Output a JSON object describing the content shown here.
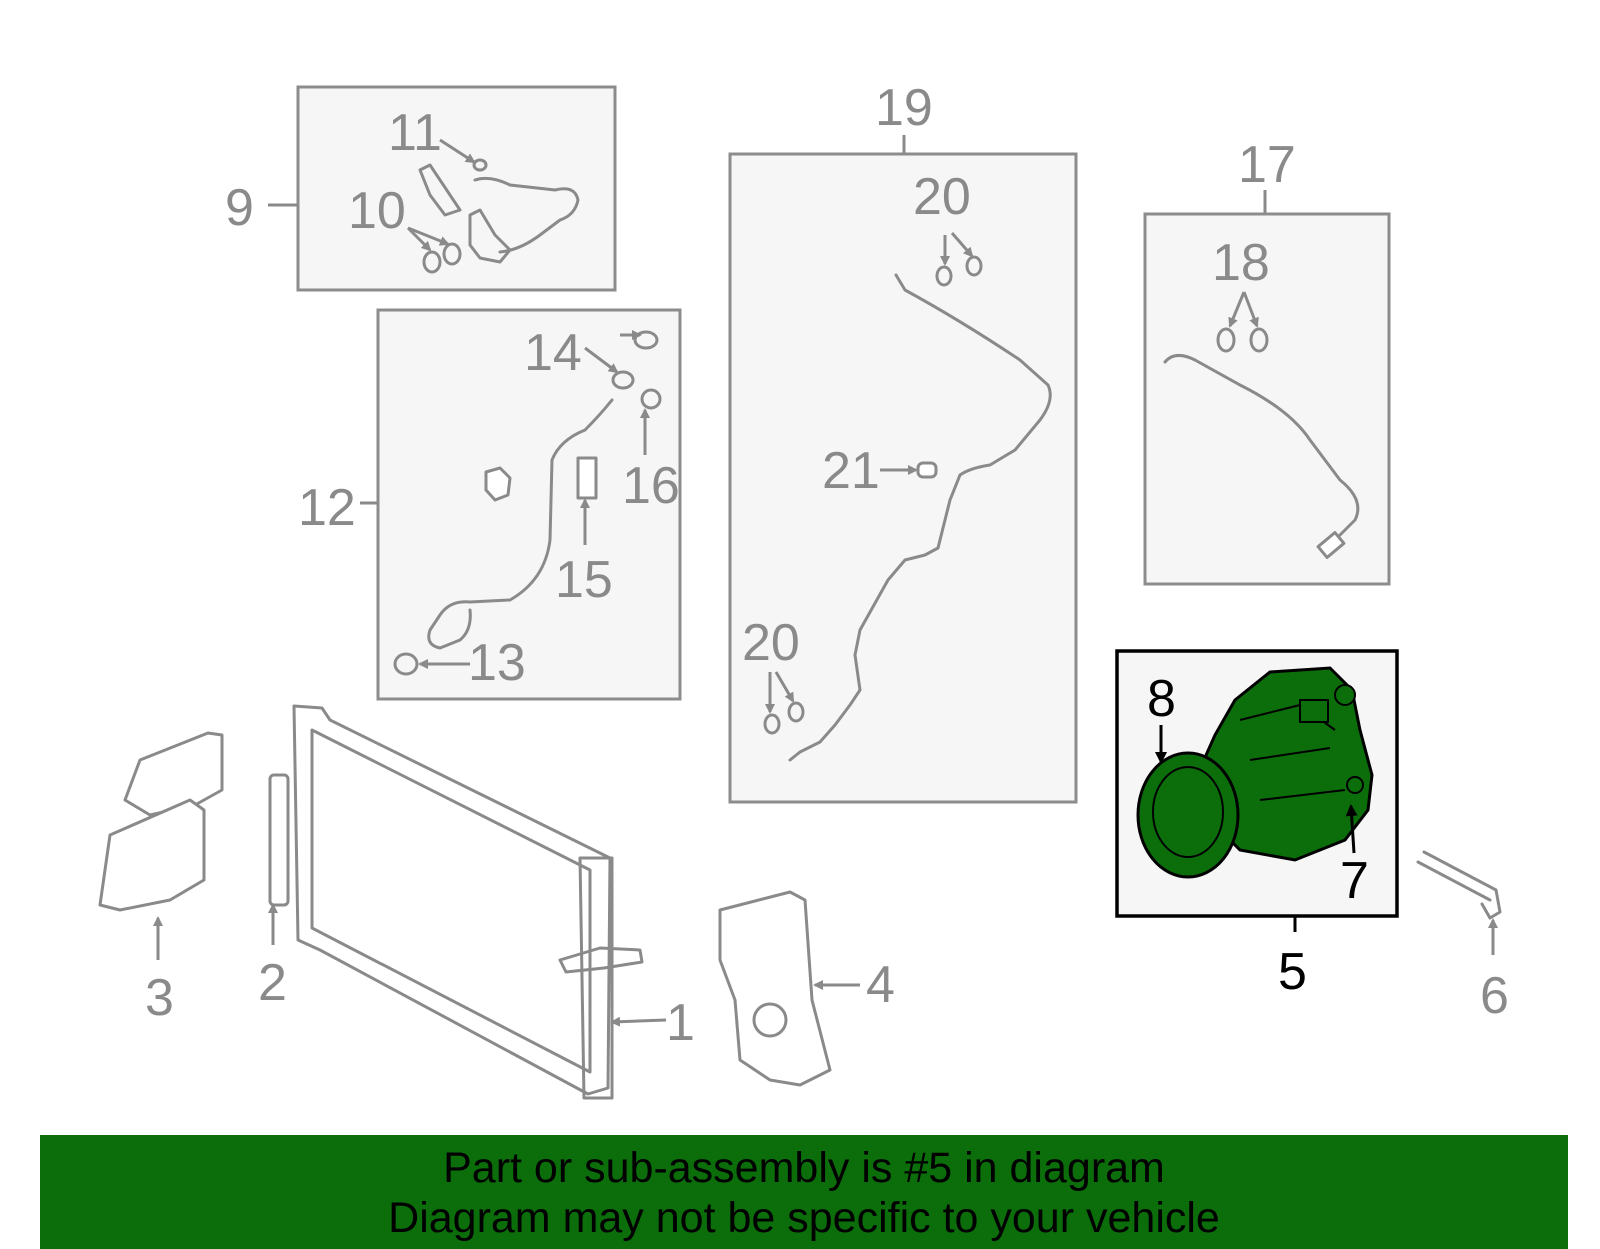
{
  "callouts": {
    "c1": "1",
    "c2": "2",
    "c3": "3",
    "c4": "4",
    "c5": "5",
    "c6": "6",
    "c7": "7",
    "c8": "8",
    "c9": "9",
    "c10": "10",
    "c11": "11",
    "c12": "12",
    "c13": "13",
    "c14": "14",
    "c15": "15",
    "c16": "16",
    "c17": "17",
    "c18": "18",
    "c19": "19",
    "c20a": "20",
    "c20b": "20",
    "c21": "21"
  },
  "highlight": {
    "part": "5",
    "color": "#0b6e0b"
  },
  "banner": {
    "line1": "Part or sub-assembly is #5 in diagram",
    "line2": "Diagram may not be specific to your vehicle",
    "background": "#0b6e0b"
  }
}
